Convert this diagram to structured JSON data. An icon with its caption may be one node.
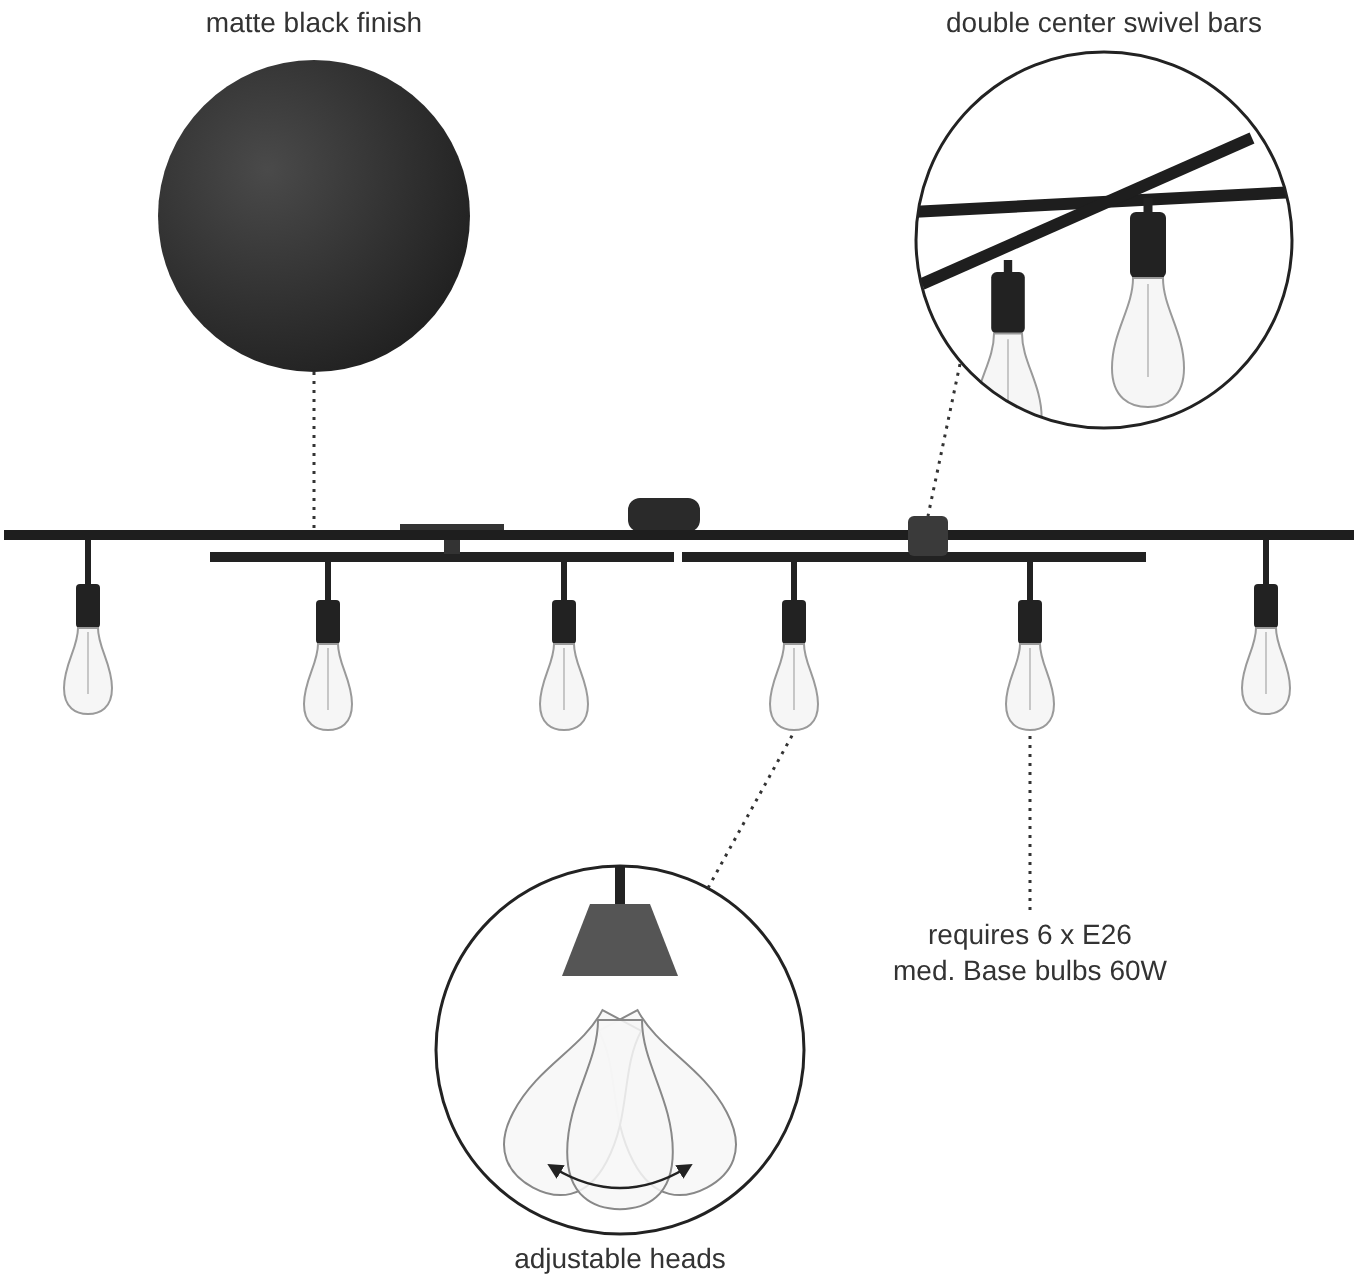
{
  "diagram": {
    "nodes": [
      {
        "text": [
          "matte black finish"
        ]
      },
      {
        "text": [
          "double center swivel bars"
        ]
      },
      {
        "text": [],
        "shape": "bar"
      },
      {
        "text": [],
        "shape": "box"
      },
      {
        "text": [],
        "shape": "picture"
      },
      {
        "text": [],
        "shape": "picture"
      },
      {
        "text": [],
        "shape": "picture"
      },
      {
        "text": [],
        "shape": "picture"
      },
      {
        "text": [],
        "shape": "picture"
      },
      {
        "text": [],
        "shape": "picture"
      },
      {
        "text": [
          "requires 6 x E26 med. Base bulbs 60W"
        ]
      },
      {
        "text": [
          "adjustable heads"
        ]
      }
    ],
    "edges": [
      {
        "from": 0,
        "to": 2,
        "arrow": "none",
        "style": "dashed"
      },
      {
        "from": 1,
        "to": 3,
        "arrow": "none",
        "style": "dashed"
      },
      {
        "from": 11,
        "to": 7,
        "arrow": "none",
        "style": "dashed"
      },
      {
        "from": 10,
        "to": 8,
        "arrow": "none",
        "style": "dashed"
      }
    ]
  }
}
